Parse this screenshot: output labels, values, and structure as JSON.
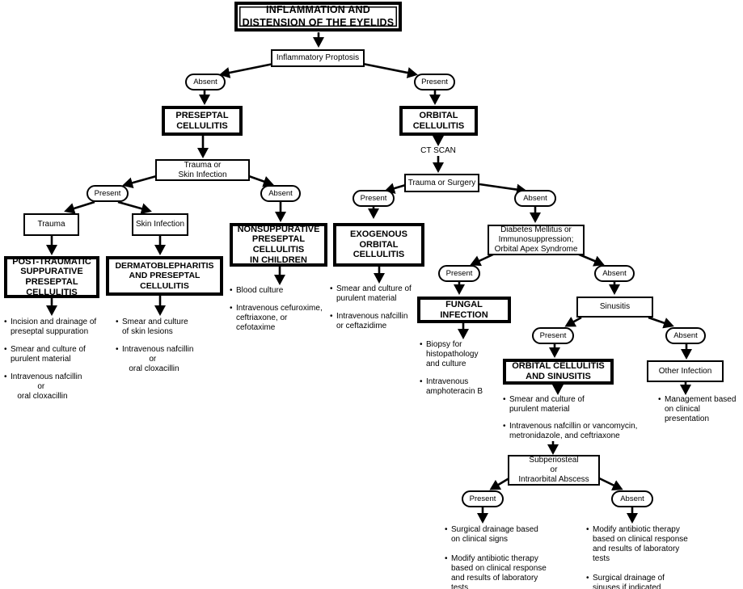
{
  "colors": {
    "ink": "#000000",
    "paper": "#ffffff"
  },
  "nodes": {
    "title": "INFLAMMATION AND\nDISTENSION OF THE EYELIDS",
    "inflammatory_proptosis": "Inflammatory Proptosis",
    "absent1": "Absent",
    "present1": "Present",
    "preseptal": "PRESEPTAL\nCELLULITIS",
    "orbital": "ORBITAL\nCELLULITIS",
    "ct_scan": "CT SCAN",
    "trauma_or_skin": "Trauma or\nSkin Infection",
    "trauma_or_surgery": "Trauma or Surgery",
    "present2": "Present",
    "absent2": "Absent",
    "present3": "Present",
    "absent3": "Absent",
    "trauma": "Trauma",
    "skin_infection": "Skin Infection",
    "nonsuppurative": "NONSUPPURATIVE\nPRESEPTAL\nCELLULITIS\nIN CHILDREN",
    "exogenous": "EXOGENOUS\nORBITAL\nCELLULITIS",
    "diabetes": "Diabetes Mellitus or\nImmunosuppression;\nOrbital Apex Syndrome",
    "post_traumatic": "POST-TRAUMATIC\nSUPPURATIVE\nPRESEPTAL\nCELLULITIS",
    "dermatoblepharitis": "DERMATOBLEPHARITIS\nAND PRESEPTAL\nCELLULITIS",
    "present4": "Present",
    "absent4": "Absent",
    "fungal": "FUNGAL\nINFECTION",
    "sinusitis": "Sinusitis",
    "present5": "Present",
    "absent5": "Absent",
    "orbital_sinusitis": "ORBITAL CELLULITIS\nAND SINUSITIS",
    "other_infection": "Other Infection",
    "subperiosteal": "Subperiosteal\nor\nIntraorbital Abscess",
    "present6": "Present",
    "absent6": "Absent"
  },
  "lists": {
    "post_traumatic": [
      "Incision and drainage of\npreseptal suppuration",
      "Smear and culture of\npurulent material",
      "Intravenous nafcillin\n            or\n   oral cloxacillin"
    ],
    "dermatoblepharitis": [
      "Smear and culture\nof skin lesions",
      "Intravenous nafcillin\n            or\n   oral cloxacillin"
    ],
    "nonsuppurative": [
      "Blood culture",
      "Intravenous cefuroxime,\nceftriaxone, or\ncefotaxime"
    ],
    "exogenous": [
      "Smear and culture of\npurulent material",
      "Intravenous nafcillin\nor ceftazidime"
    ],
    "fungal": [
      "Biopsy for\nhistopathology\nand culture",
      "Intravenous\namphoteracin B"
    ],
    "orbital_sinusitis": [
      "Smear and culture of\npurulent material",
      "Intravenous nafcillin or vancomycin,\nmetronidazole, and ceftriaxone"
    ],
    "other_infection": [
      "Management based\non clinical\npresentation"
    ],
    "abscess_present": [
      "Surgical drainage based\non clinical signs",
      "Modify antibiotic therapy\nbased on clinical response\nand results of laboratory\ntests"
    ],
    "abscess_absent": [
      "Modify antibiotic therapy\nbased on clinical response\nand results of laboratory\ntests",
      "Surgical drainage of\nsinuses if indicated"
    ]
  }
}
